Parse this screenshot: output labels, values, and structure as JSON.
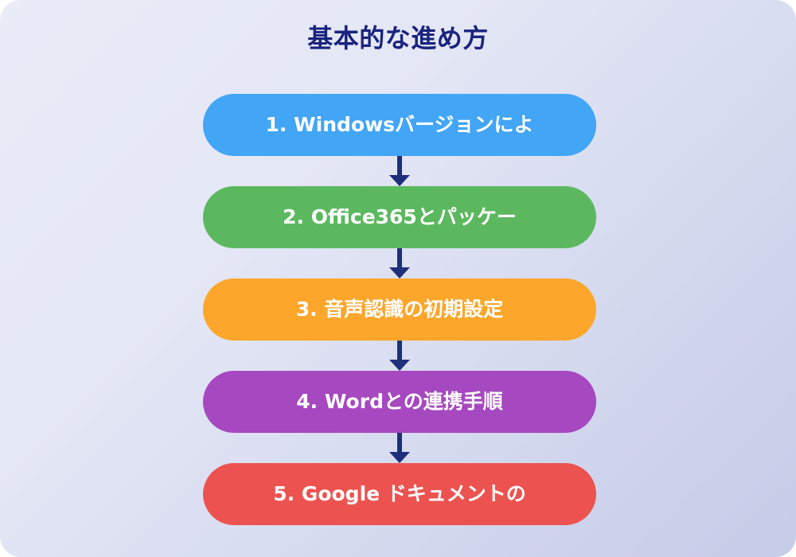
{
  "title": "基本的な進め方",
  "colors": {
    "title_text": "#1a237e",
    "arrow": "#1f2f7a",
    "background_start": "#e9ebf7",
    "background_end": "#c6cbe8",
    "step_text": "#ffffff"
  },
  "chart_data": {
    "type": "diagram",
    "title": "基本的な進め方",
    "orientation": "vertical",
    "connector": "down-arrow",
    "steps": [
      {
        "number": "1",
        "label": "1. Windowsバージョンによ",
        "color": "#42a5f5"
      },
      {
        "number": "2",
        "label": "2. Office365とパッケー",
        "color": "#5cb85f"
      },
      {
        "number": "3",
        "label": "3. 音声認識の初期設定",
        "color": "#fca62b"
      },
      {
        "number": "4",
        "label": "4. Wordとの連携手順",
        "color": "#a648bf"
      },
      {
        "number": "5",
        "label": "5. Google ドキュメントの",
        "color": "#ec5350"
      }
    ]
  }
}
